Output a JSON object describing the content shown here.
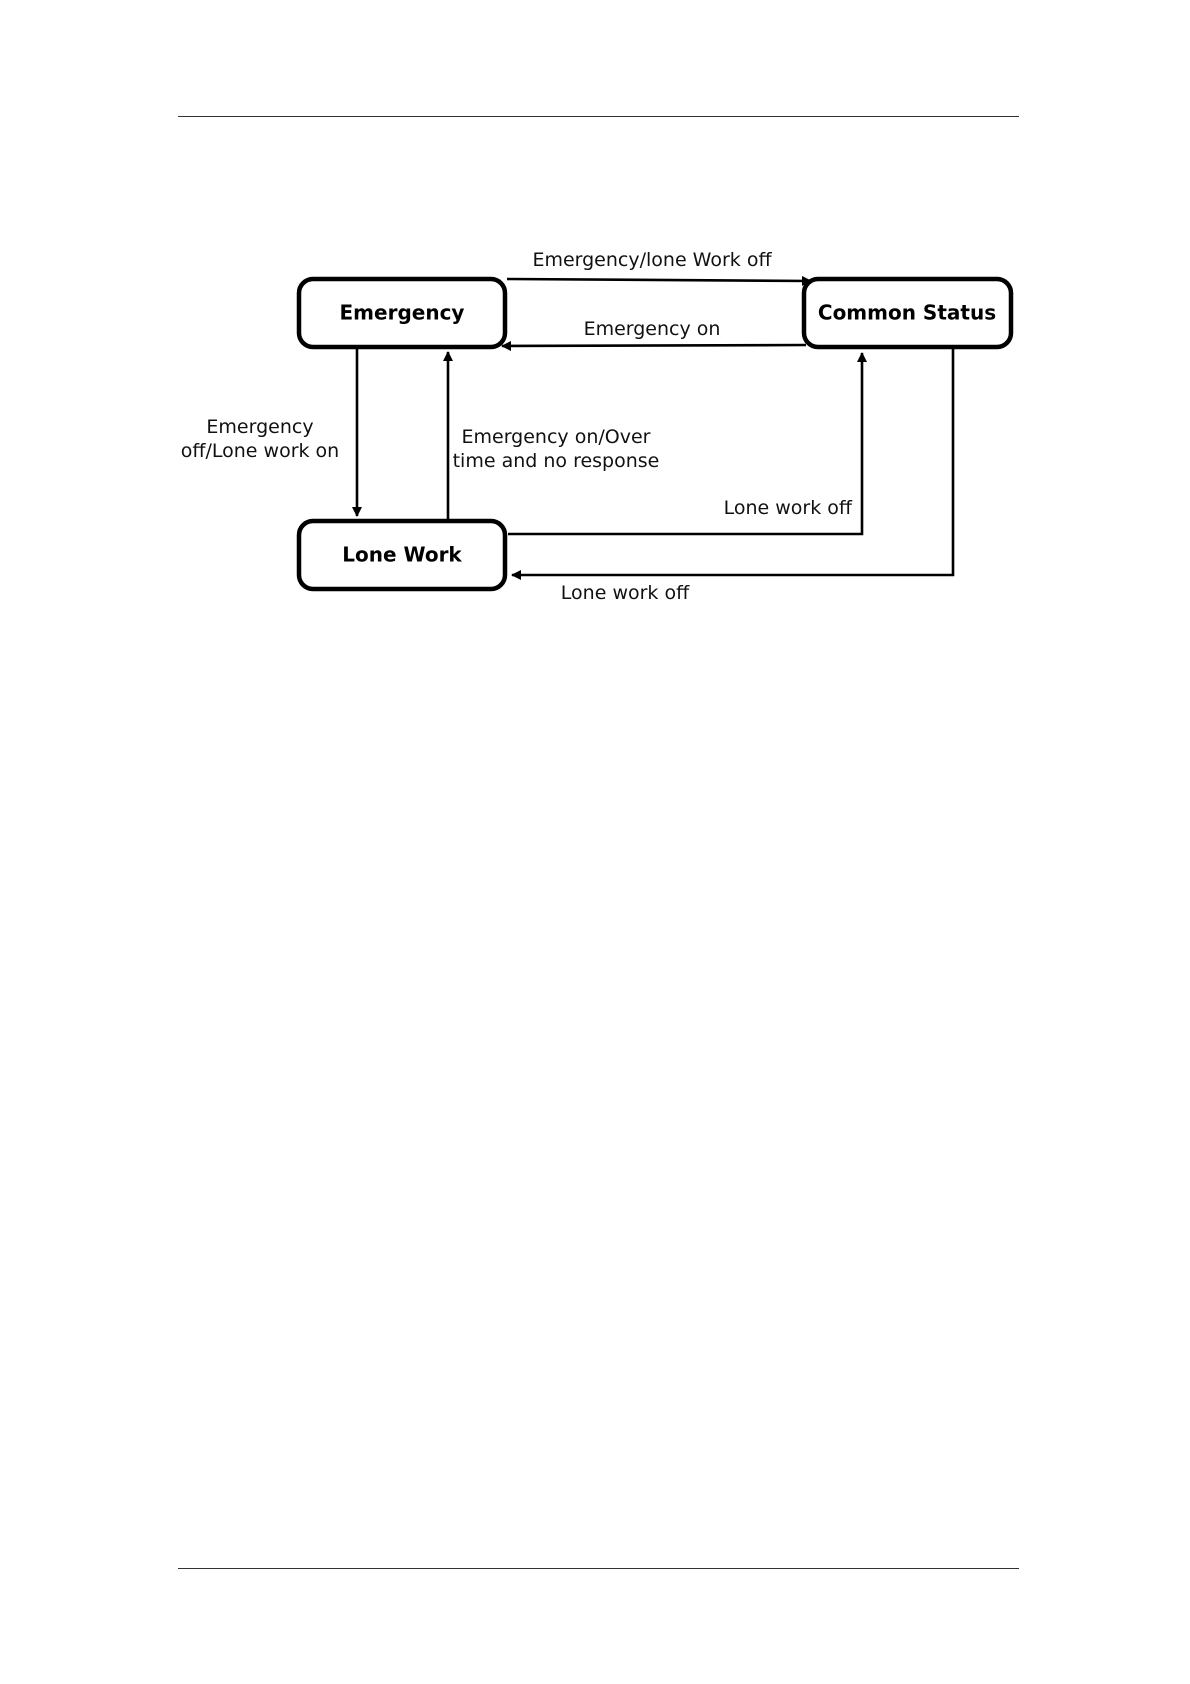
{
  "states": {
    "emergency": "Emergency",
    "common_status": "Common Status",
    "lone_work": "Lone Work"
  },
  "transitions": {
    "emergency_to_common": "Emergency/lone Work off",
    "common_to_emergency": "Emergency on",
    "emergency_to_lone_line1": "Emergency",
    "emergency_to_lone_line2": "off/Lone work on",
    "lone_to_emergency_line1": "Emergency on/Over",
    "lone_to_emergency_line2": "time and no response",
    "lone_to_common": "Lone work off",
    "common_to_lone": "Lone work off"
  }
}
